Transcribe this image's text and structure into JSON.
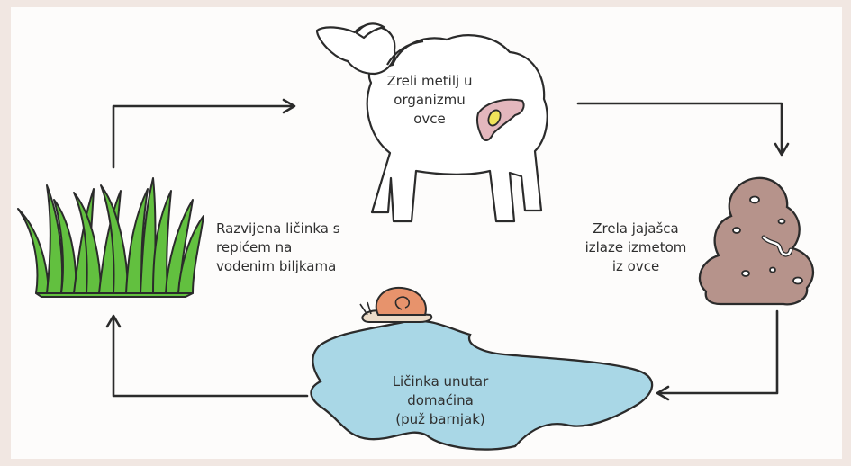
{
  "stages": {
    "adult_fluke": "Zreli metilj u\norganizmu\novce",
    "eggs": "Zrela jajašca\nizlaze izmetom\niz ovce",
    "snail_host": "Ličinka unutar\ndomaćina\n(puž barnjak)",
    "cercaria": "Razvijena ličinka s\nrepićem na\nvodenim biljkama"
  },
  "colors": {
    "background": "#f1e7e2",
    "sheep": "#ffffff",
    "liver": "#e3b7bd",
    "fluke": "#f1e35a",
    "dung": "#b6938b",
    "water": "#a9d7e6",
    "snail_shell": "#e7936c",
    "grass": "#62c03f",
    "arrow": "#2b2b2b"
  },
  "icons": [
    "sheep-icon",
    "liver-icon",
    "dung-icon",
    "snail-icon",
    "pond-icon",
    "grass-icon"
  ]
}
